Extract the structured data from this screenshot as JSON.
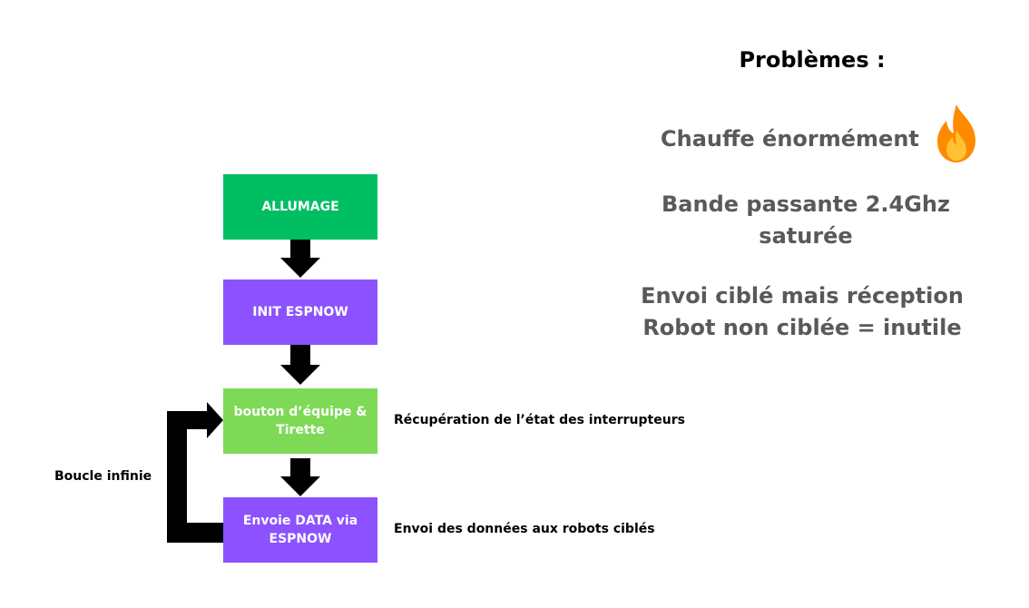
{
  "flowchart": {
    "steps": [
      {
        "label": "ALLUMAGE",
        "color": "#00BF63"
      },
      {
        "label": "INIT ESPNOW",
        "color": "#8C52FF"
      },
      {
        "label": "bouton d’équipe & Tirette",
        "color": "#7ED957"
      },
      {
        "label": "Envoie DATA via ESPNOW",
        "color": "#8C52FF"
      }
    ],
    "annotations": {
      "step3": "Récupération de l’état des interrupteurs",
      "step4": "Envoi des données aux robots ciblés"
    },
    "loop_label": "Boucle infinie",
    "arrow_color": "#000000"
  },
  "problems": {
    "title": "Problèmes :",
    "items": [
      {
        "lines": [
          "Chauffe énormément"
        ],
        "icon": "fire-icon"
      },
      {
        "lines": [
          "Bande passante 2.4Ghz",
          "saturée"
        ]
      },
      {
        "lines": [
          "Envoi ciblé mais réception",
          "Robot non ciblée = inutile"
        ]
      }
    ],
    "text_color": "#595959"
  }
}
